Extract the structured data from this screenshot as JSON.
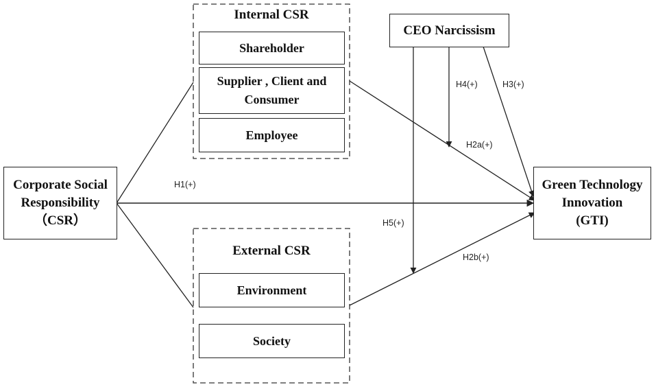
{
  "nodes": {
    "csr": "Corporate Social\nResponsibility\n（CSR）",
    "gti": "Green Technology\nInnovation\n(GTI)",
    "ceo": "CEO Narcissism"
  },
  "internal": {
    "title": "Internal CSR",
    "items": [
      "Shareholder",
      "Supplier , Client and\nConsumer",
      "Employee"
    ]
  },
  "external": {
    "title": "External CSR",
    "items": [
      "Environment",
      "Society"
    ]
  },
  "hypotheses": {
    "h1": "H1(+)",
    "h2a": "H2a(+)",
    "h2b": "H2b(+)",
    "h3": "H3(+)",
    "h4": "H4(+)",
    "h5": "H5(+)"
  },
  "colors": {
    "line": "#222222",
    "box_border": "#222222"
  }
}
